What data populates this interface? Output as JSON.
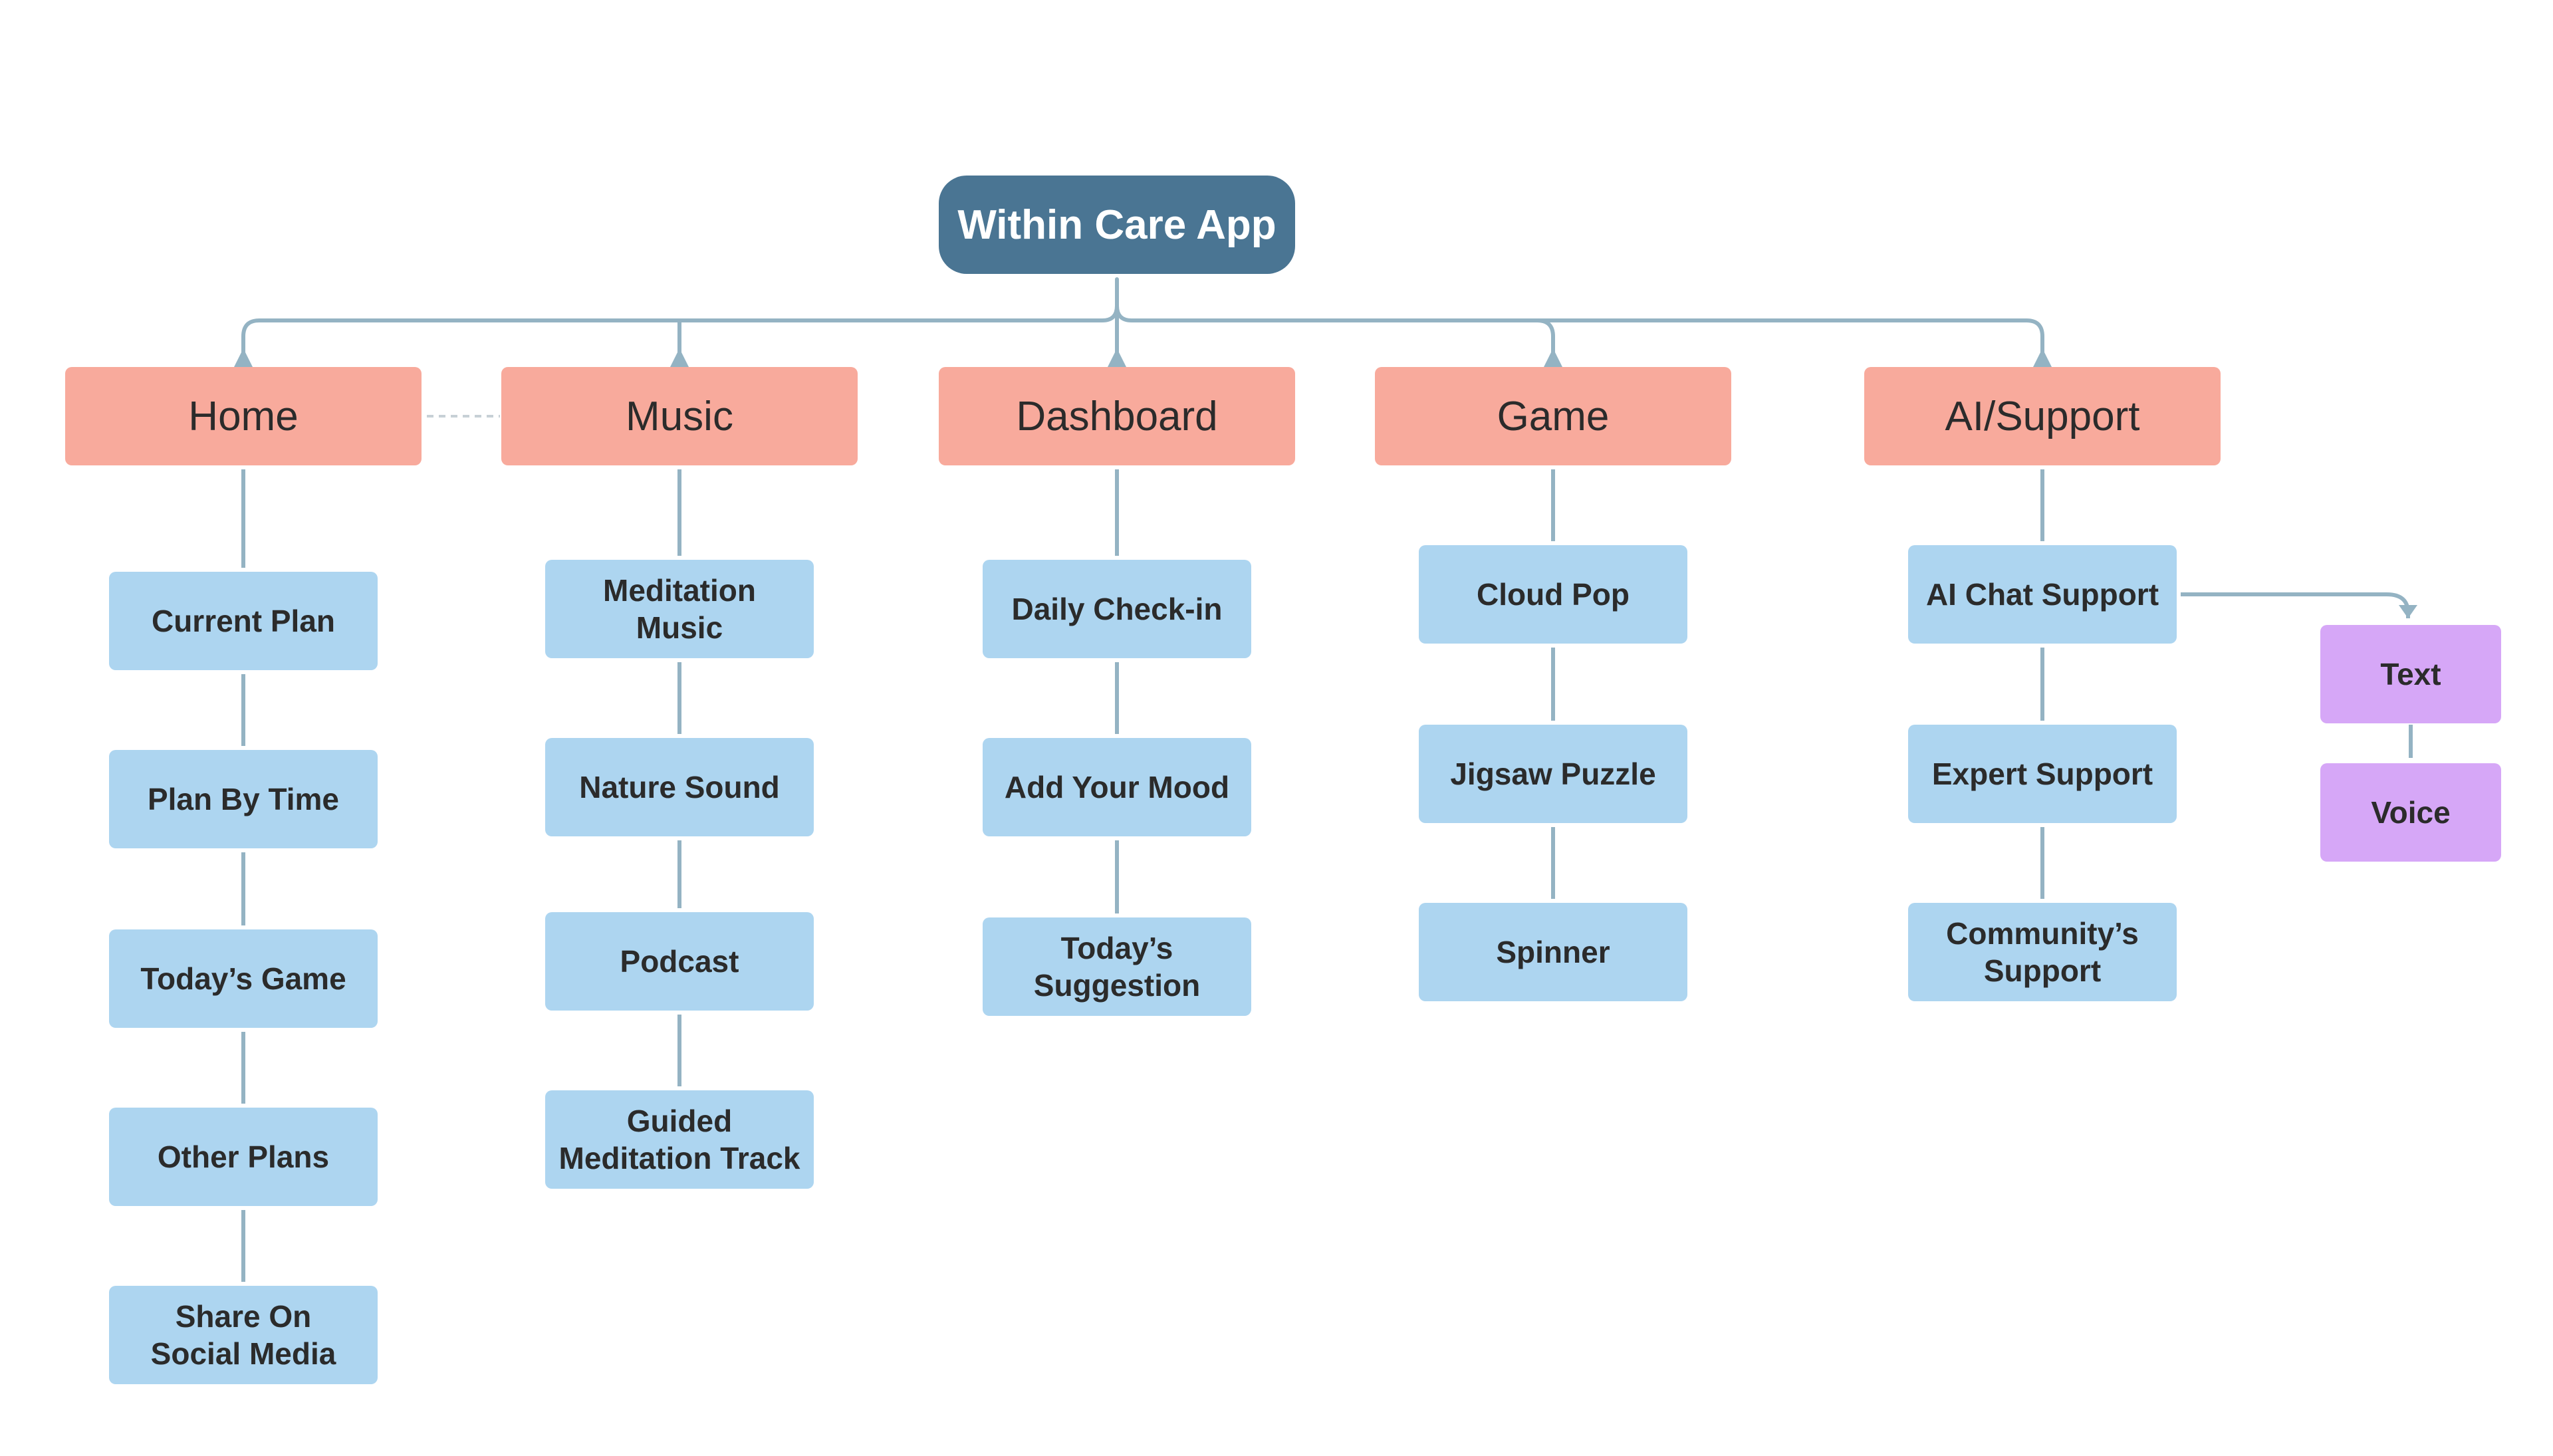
{
  "root": {
    "label": "Within Care App"
  },
  "colors": {
    "root": "#4a7593",
    "section": "#f8aa9c",
    "leaf": "#add5f0",
    "sub": "#d6a7f7",
    "connector": "#94b3c3",
    "dashed": "#c7d0d6"
  },
  "sections": [
    {
      "label": "Home",
      "children": [
        "Current Plan",
        "Plan By Time",
        "Today’s Game",
        "Other Plans",
        "Share On\nSocial Media"
      ]
    },
    {
      "label": "Music",
      "children": [
        "Meditation\nMusic",
        "Nature Sound",
        "Podcast",
        "Guided\nMeditation Track"
      ]
    },
    {
      "label": "Dashboard",
      "children": [
        "Daily Check-in",
        "Add Your Mood",
        "Today’s\nSuggestion"
      ]
    },
    {
      "label": "Game",
      "children": [
        "Cloud Pop",
        "Jigsaw Puzzle",
        "Spinner"
      ]
    },
    {
      "label": "AI/Support",
      "children": [
        "AI Chat Support",
        "Expert Support",
        "Community’s\nSupport"
      ]
    }
  ],
  "ai_chat_options": [
    "Text",
    "Voice"
  ]
}
